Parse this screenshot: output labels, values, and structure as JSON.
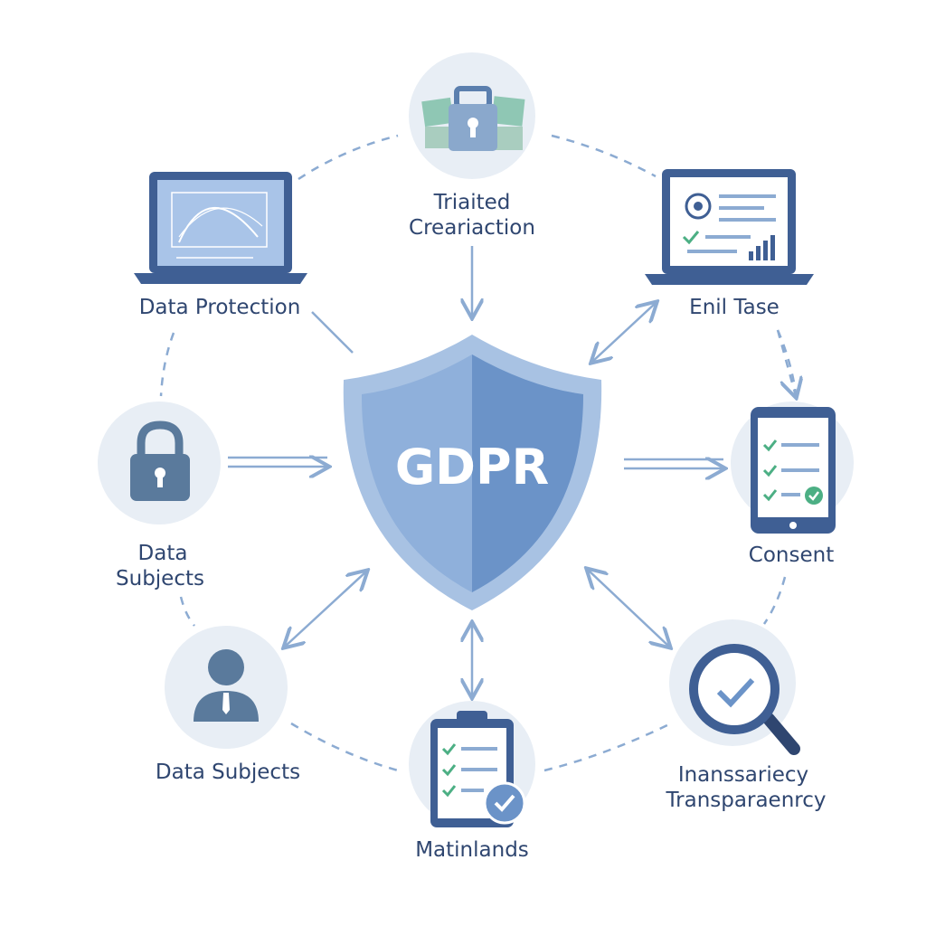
{
  "center": {
    "title": "GDPR"
  },
  "nodes": {
    "top": {
      "line1": "Triaited",
      "line2": "Creariaction",
      "icon": "padlock-documents-icon"
    },
    "data_protection": {
      "label": "Data Protection",
      "icon": "laptop-chart-icon"
    },
    "enil_tase": {
      "label": "Enil Tase",
      "icon": "laptop-dashboard-icon"
    },
    "data_subjects_lock": {
      "line1": "Data",
      "line2": "Subjects",
      "icon": "padlock-icon"
    },
    "consent": {
      "label": "Consent",
      "icon": "tablet-checklist-icon"
    },
    "data_subjects_person": {
      "label": "Data Subjects",
      "icon": "person-icon"
    },
    "matinlands": {
      "label": "Matinlands",
      "icon": "clipboard-check-icon"
    },
    "transparency": {
      "line1": "Inanssariecy",
      "line2": "Transparaenrcy",
      "icon": "magnifier-check-icon"
    }
  },
  "colors": {
    "shield_light": "#8fb0db",
    "shield_dark": "#6b93c8",
    "text": "#2f4670",
    "circle": "#e8eef5",
    "line": "#8cabd2",
    "dark_icon": "#3f5f94"
  }
}
